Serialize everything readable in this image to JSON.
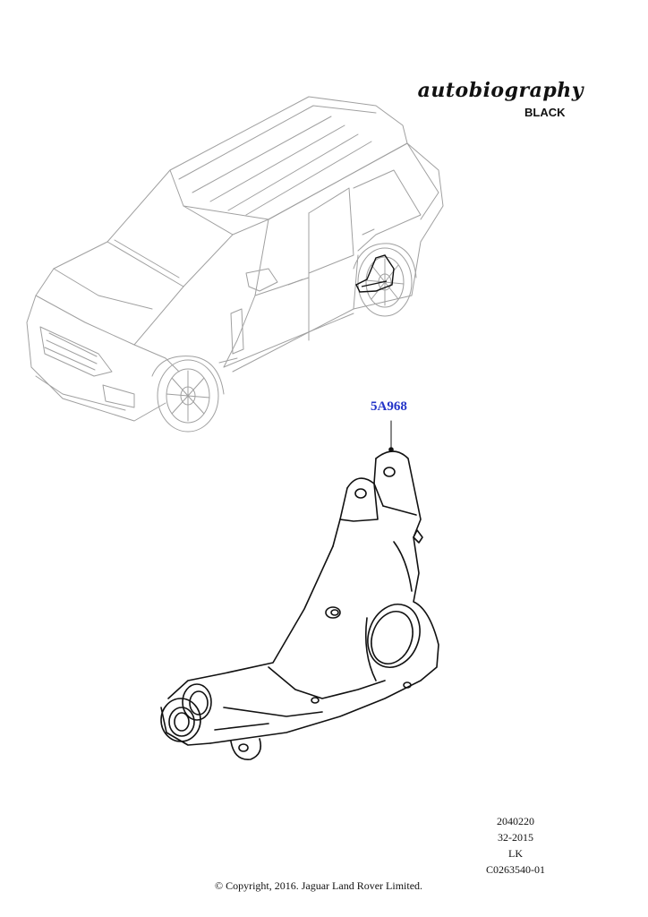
{
  "brand": {
    "script": "autobiography",
    "sub": "BLACK"
  },
  "callout": {
    "part_number": "5A968"
  },
  "meta": {
    "lines": [
      "2040220",
      "32-2015",
      "LK",
      "C0263540-01"
    ]
  },
  "copyright": "© Copyright, 2016. Jaguar Land Rover Limited.",
  "colors": {
    "callout": "#2435c8",
    "vehicle_line": "#9a9a9a",
    "part_line": "#111111"
  }
}
